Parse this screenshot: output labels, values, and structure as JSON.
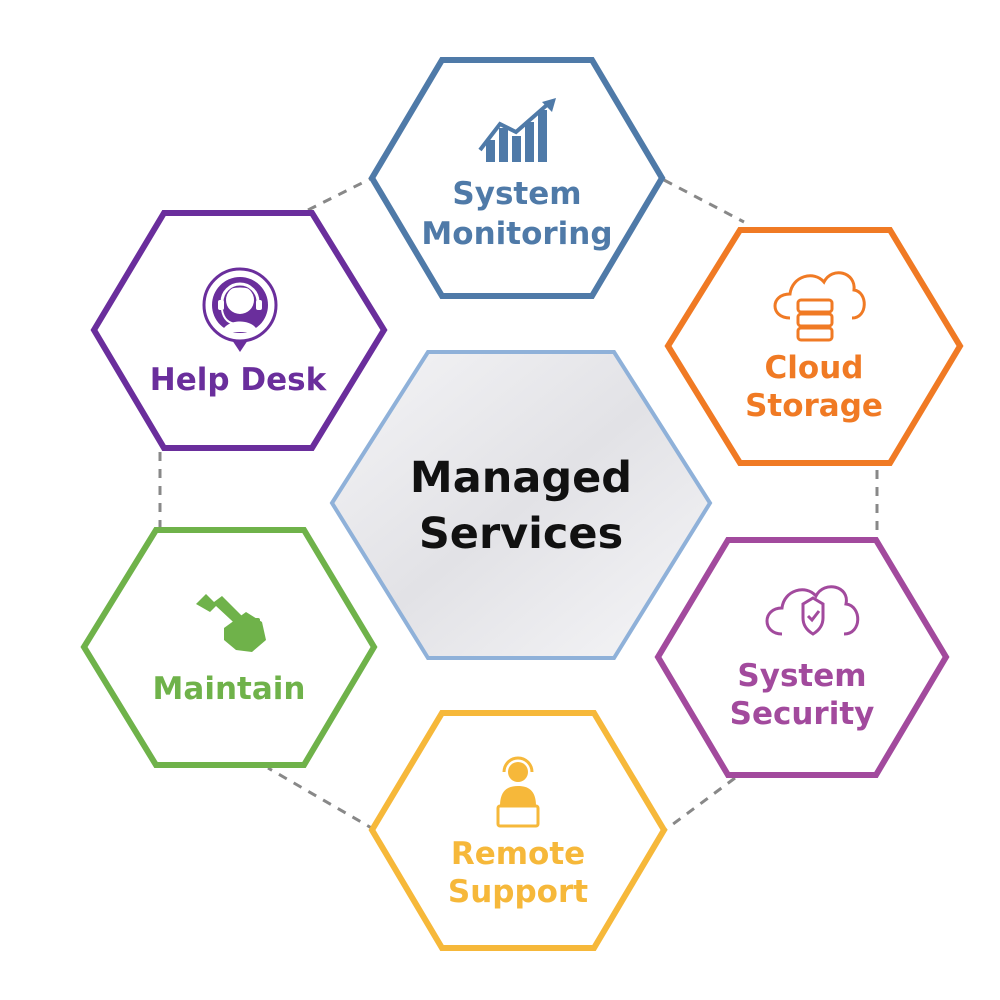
{
  "center": {
    "line1": "Managed",
    "line2": "Services",
    "border_color": "#8fb1d9",
    "fill_color": "#e9e9ec"
  },
  "connector_color": "#888888",
  "services": [
    {
      "id": "system-monitoring",
      "lines": [
        "System",
        "Monitoring"
      ],
      "color": "#4f7aa8",
      "icon": "growth-chart-icon"
    },
    {
      "id": "cloud-storage",
      "lines": [
        "Cloud",
        "Storage"
      ],
      "color": "#f07a24",
      "icon": "cloud-database-icon"
    },
    {
      "id": "system-security",
      "lines": [
        "System",
        "Security"
      ],
      "color": "#a24a9d",
      "icon": "cloud-shield-icon"
    },
    {
      "id": "remote-support",
      "lines": [
        "Remote",
        "Support"
      ],
      "color": "#f6b83a",
      "icon": "support-agent-icon"
    },
    {
      "id": "maintain",
      "lines": [
        "Maintain"
      ],
      "color": "#6fb24a",
      "icon": "wrench-hand-icon"
    },
    {
      "id": "help-desk",
      "lines": [
        "Help Desk"
      ],
      "color": "#6a2e9c",
      "icon": "headset-operator-icon"
    }
  ]
}
